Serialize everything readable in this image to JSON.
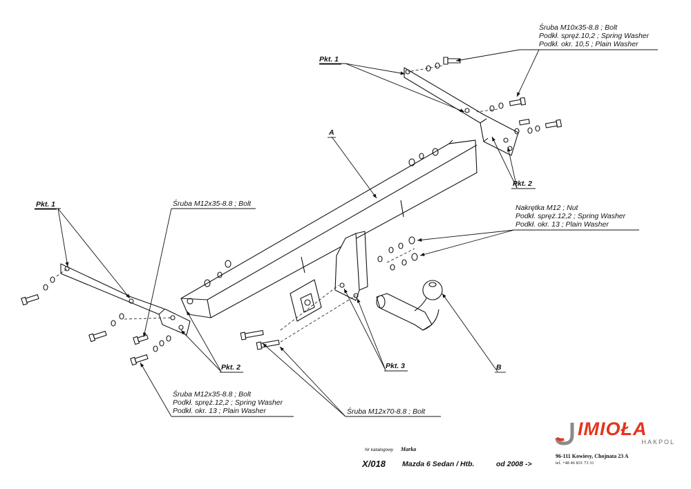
{
  "labels": {
    "pkt1_top": "Pkt. 1",
    "pkt1_left": "Pkt. 1",
    "pkt2_right": "Pkt. 2",
    "pkt2_left": "Pkt. 2",
    "pkt3": "Pkt. 3",
    "part_a": "A",
    "part_b": "B"
  },
  "callouts": {
    "top_right": [
      "Śruba M10x35-8.8 ;  Bolt",
      "Podkł. spręż.10,2 ; Spring Washer",
      "Podkł. okr. 10,5 ; Plain Washer"
    ],
    "left_bolt": [
      "Śruba M12x35-8.8 ;  Bolt"
    ],
    "nut_right": [
      "Nakrętka  M12 ; Nut",
      "Podkł. spręż.12,2 ; Spring Washer",
      "Podkł. okr. 13 ; Plain Washer"
    ],
    "bottom_left": [
      "Śruba M12x35-8.8 ;  Bolt",
      "Podkł. spręż.12,2 ; Spring Washer",
      "Podkł. okr. 13 ; Plain Washer"
    ],
    "bottom_bolt": [
      "Śruba M12x70-8.8 ;  Bolt"
    ]
  },
  "title_block": {
    "catalog_label": "Nr katalogowy",
    "brand_label": "Marka",
    "catalog_no": "X/018",
    "model": "Mazda 6  Sedan / Htb.",
    "year": "od 2008 ->"
  },
  "logo": {
    "name": "IMIOŁA",
    "sub": "HAKPOL",
    "address_line1": "96-111 Kowiesy, Chojnata 23 A",
    "address_line2": "tel. +48 46 831 73 31",
    "brand_color": "#e3351c"
  }
}
